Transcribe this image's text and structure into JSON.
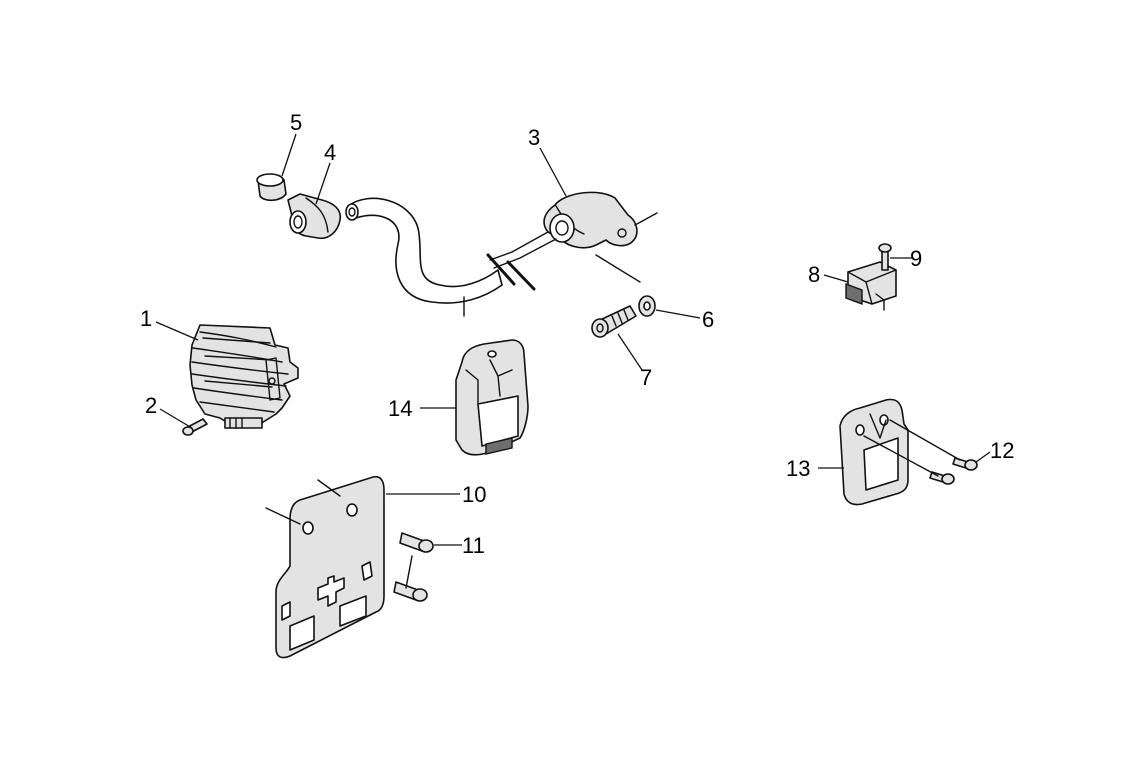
{
  "diagram": {
    "callouts": [
      {
        "id": "1",
        "label": "1"
      },
      {
        "id": "2",
        "label": "2"
      },
      {
        "id": "3",
        "label": "3"
      },
      {
        "id": "4",
        "label": "4"
      },
      {
        "id": "5",
        "label": "5"
      },
      {
        "id": "6",
        "label": "6"
      },
      {
        "id": "7",
        "label": "7"
      },
      {
        "id": "8",
        "label": "8"
      },
      {
        "id": "9",
        "label": "9"
      },
      {
        "id": "10",
        "label": "10"
      },
      {
        "id": "11",
        "label": "11"
      },
      {
        "id": "12",
        "label": "12"
      },
      {
        "id": "13",
        "label": "13"
      },
      {
        "id": "14",
        "label": "14"
      }
    ],
    "line_color": "#111111",
    "part_fill": "#e3e3e3"
  }
}
